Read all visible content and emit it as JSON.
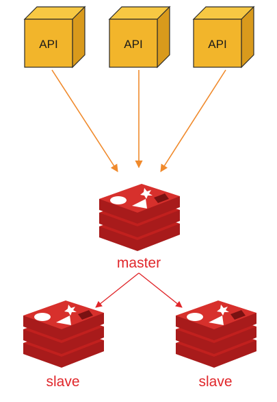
{
  "api_nodes": [
    {
      "label": "API"
    },
    {
      "label": "API"
    },
    {
      "label": "API"
    }
  ],
  "redis_nodes": {
    "master": {
      "label": "master"
    },
    "slave_left": {
      "label": "slave"
    },
    "slave_right": {
      "label": "slave"
    }
  },
  "colors": {
    "cube_front": "#f2b52b",
    "cube_top": "#f7c843",
    "cube_side": "#d99a1c",
    "api_arrow": "#f08a2c",
    "replication_arrow": "#e0262a",
    "redis_red": "#c1201e",
    "label_red": "#e0262a"
  },
  "icons": [
    "api-cube-icon",
    "redis-logo-icon"
  ]
}
